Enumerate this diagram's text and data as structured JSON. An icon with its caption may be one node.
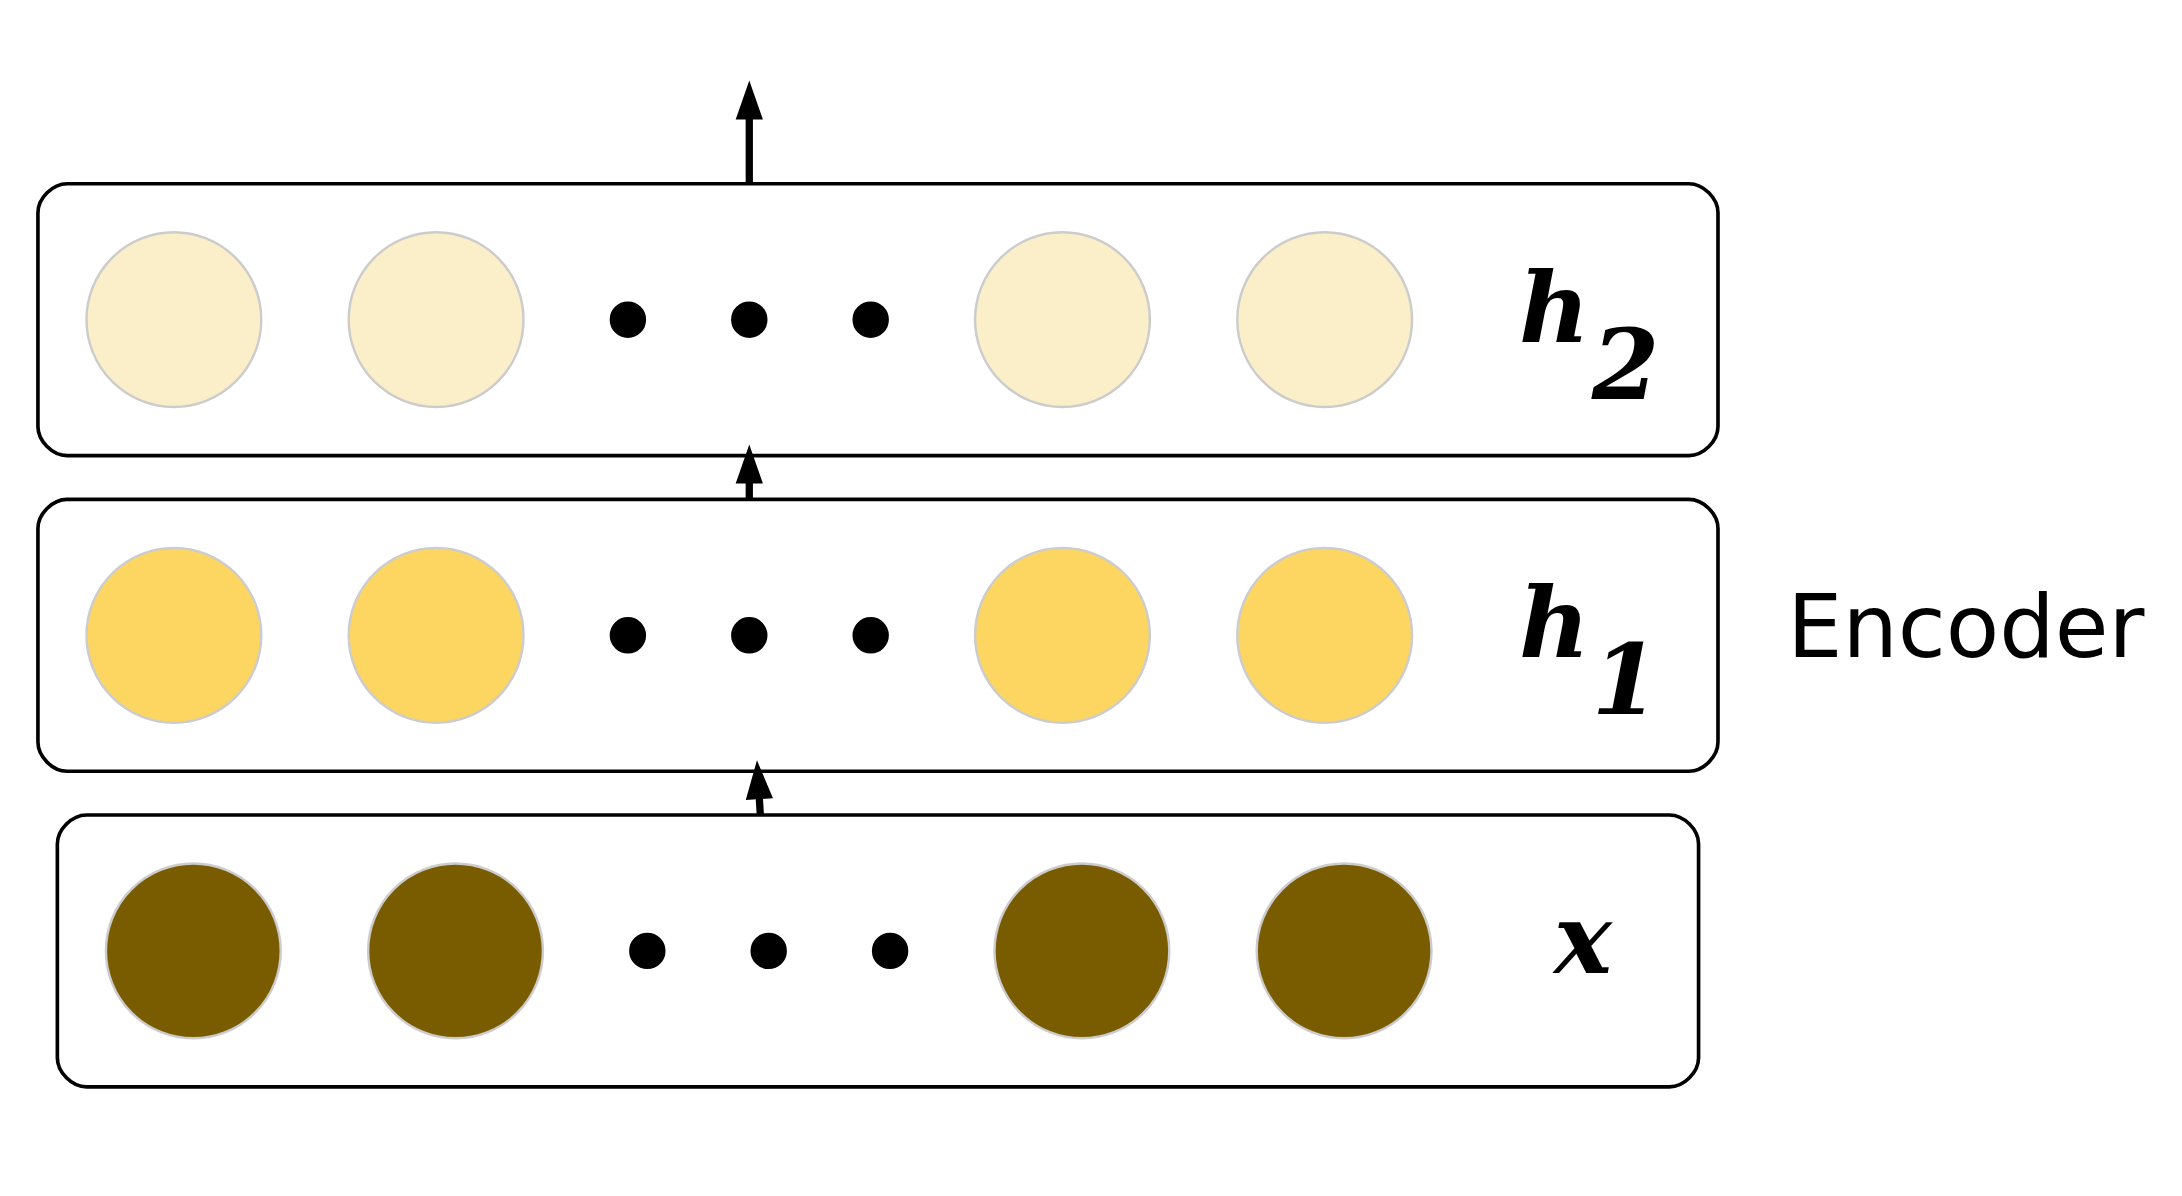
{
  "diagram": {
    "nodes": [
      {
        "text": [],
        "shape": "box",
        "beside": [
          "h$_{2}$"
        ]
      },
      {
        "text": [],
        "shape": "circle",
        "in": 0
      },
      {
        "text": [],
        "shape": "circle",
        "in": 0
      },
      {
        "text": [],
        "shape": "dot",
        "in": 0
      },
      {
        "text": [],
        "shape": "dot",
        "in": 0
      },
      {
        "text": [],
        "shape": "dot",
        "in": 0
      },
      {
        "text": [],
        "shape": "circle",
        "in": 0
      },
      {
        "text": [],
        "shape": "circle",
        "in": 0
      },
      {
        "text": [],
        "shape": "box",
        "beside": [
          "h$_{1}$"
        ]
      },
      {
        "text": [],
        "shape": "circle",
        "in": 8
      },
      {
        "text": [],
        "shape": "circle",
        "in": 8
      },
      {
        "text": [],
        "shape": "dot",
        "in": 8
      },
      {
        "text": [],
        "shape": "dot",
        "in": 8
      },
      {
        "text": [],
        "shape": "dot",
        "in": 8
      },
      {
        "text": [],
        "shape": "circle",
        "in": 8
      },
      {
        "text": [],
        "shape": "circle",
        "in": 8
      },
      {
        "text": [],
        "shape": "box",
        "beside": [
          "x"
        ]
      },
      {
        "text": [],
        "shape": "circle",
        "in": 16
      },
      {
        "text": [],
        "shape": "circle",
        "in": 16
      },
      {
        "text": [],
        "shape": "dot",
        "in": 16
      },
      {
        "text": [],
        "shape": "dot",
        "in": 16
      },
      {
        "text": [],
        "shape": "dot",
        "in": 16
      },
      {
        "text": [],
        "shape": "circle",
        "in": 16
      },
      {
        "text": [],
        "shape": "circle",
        "in": 16
      }
    ],
    "edges": [
      {
        "from": 16,
        "to": 8,
        "arrow": "to"
      },
      {
        "from": 8,
        "to": 0,
        "arrow": "to"
      },
      {
        "from": 0,
        "to": null,
        "arrow": "to"
      }
    ],
    "labels": [
      "Encoder"
    ]
  }
}
